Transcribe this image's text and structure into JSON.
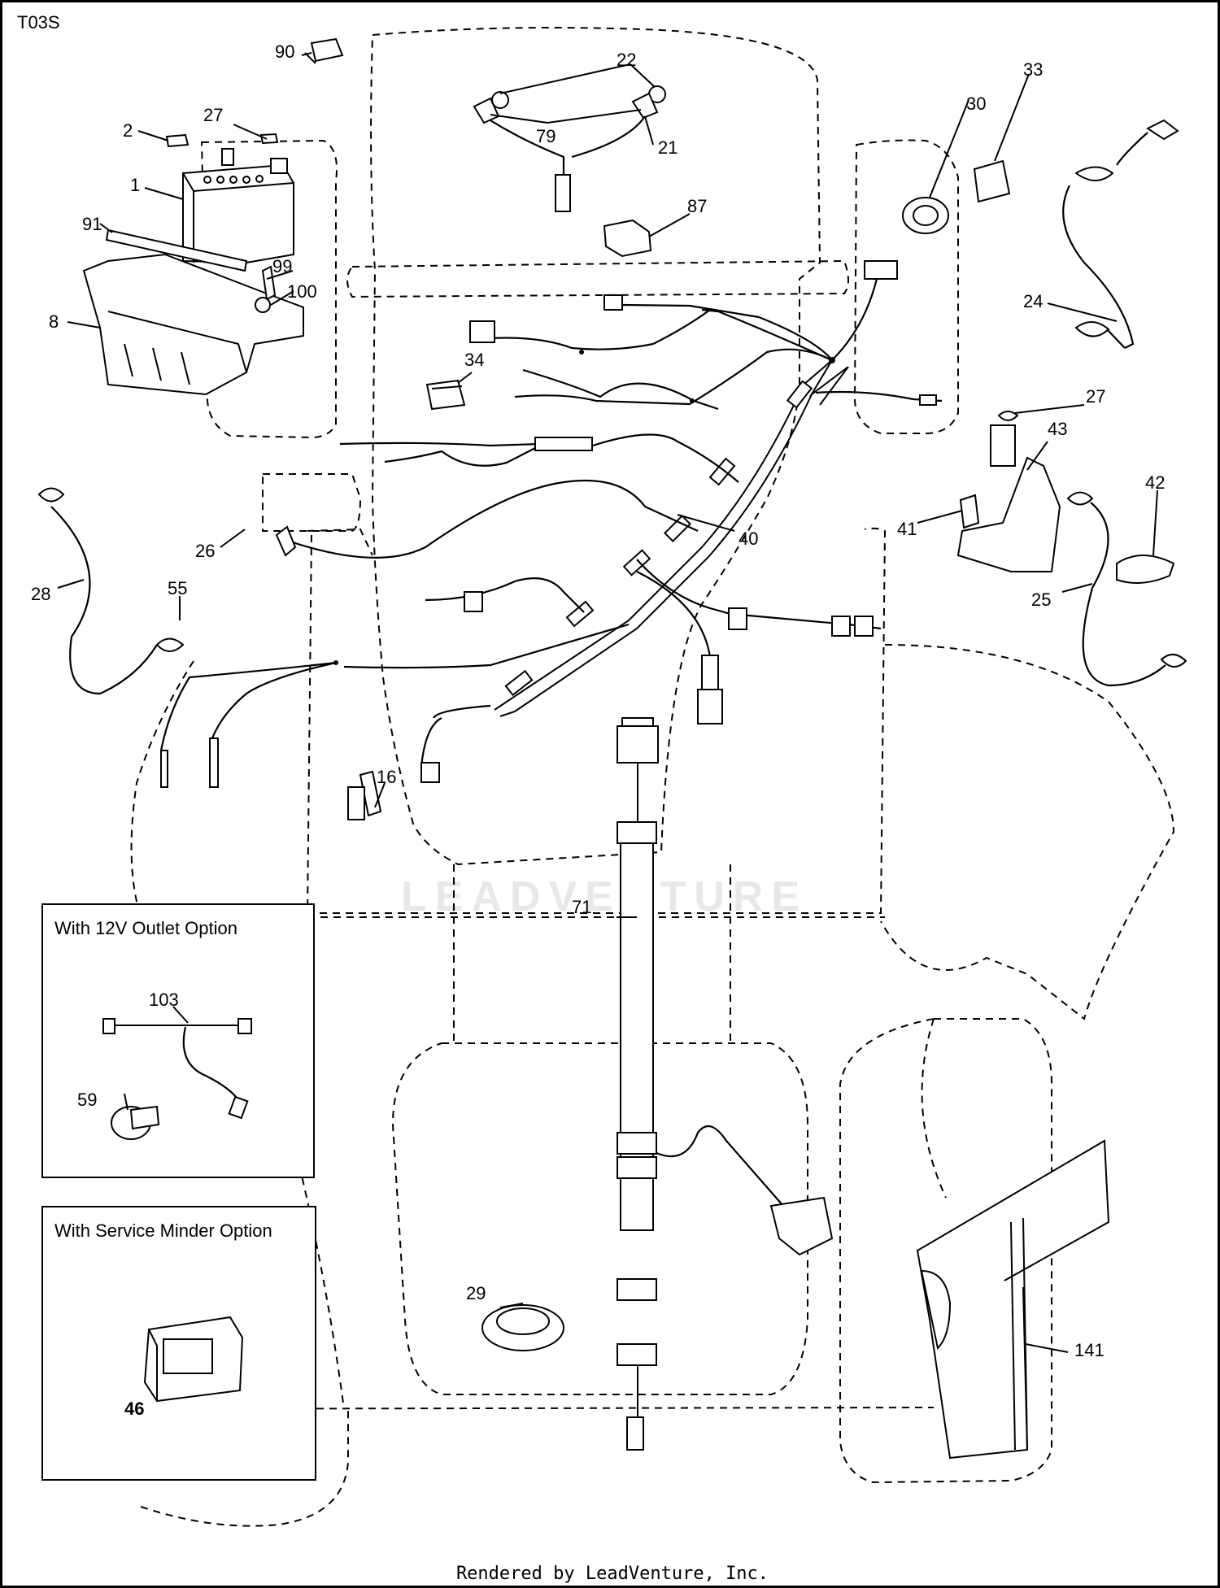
{
  "diagram": {
    "code": "T03S",
    "watermark": "LEADVENTURE",
    "footer": "Rendered by LeadVenture, Inc.",
    "part_labels": [
      {
        "id": "90",
        "label": "90"
      },
      {
        "id": "22",
        "label": "22"
      },
      {
        "id": "33",
        "label": "33"
      },
      {
        "id": "30",
        "label": "30"
      },
      {
        "id": "2",
        "label": "2"
      },
      {
        "id": "27a",
        "label": "27"
      },
      {
        "id": "79",
        "label": "79"
      },
      {
        "id": "21",
        "label": "21"
      },
      {
        "id": "1",
        "label": "1"
      },
      {
        "id": "87",
        "label": "87"
      },
      {
        "id": "91",
        "label": "91"
      },
      {
        "id": "99",
        "label": "99"
      },
      {
        "id": "100",
        "label": "100"
      },
      {
        "id": "24",
        "label": "24"
      },
      {
        "id": "8",
        "label": "8"
      },
      {
        "id": "34",
        "label": "34"
      },
      {
        "id": "27b",
        "label": "27"
      },
      {
        "id": "43",
        "label": "43"
      },
      {
        "id": "42",
        "label": "42"
      },
      {
        "id": "41",
        "label": "41"
      },
      {
        "id": "40",
        "label": "40"
      },
      {
        "id": "26",
        "label": "26"
      },
      {
        "id": "25",
        "label": "25"
      },
      {
        "id": "28",
        "label": "28"
      },
      {
        "id": "55",
        "label": "55"
      },
      {
        "id": "16",
        "label": "16"
      },
      {
        "id": "71",
        "label": "71"
      },
      {
        "id": "29",
        "label": "29"
      },
      {
        "id": "141",
        "label": "141"
      }
    ],
    "insets": [
      {
        "title": "With 12V Outlet Option",
        "labels": [
          "103",
          "59"
        ]
      },
      {
        "title": "With Service Minder Option",
        "labels": [
          "46"
        ]
      }
    ]
  }
}
